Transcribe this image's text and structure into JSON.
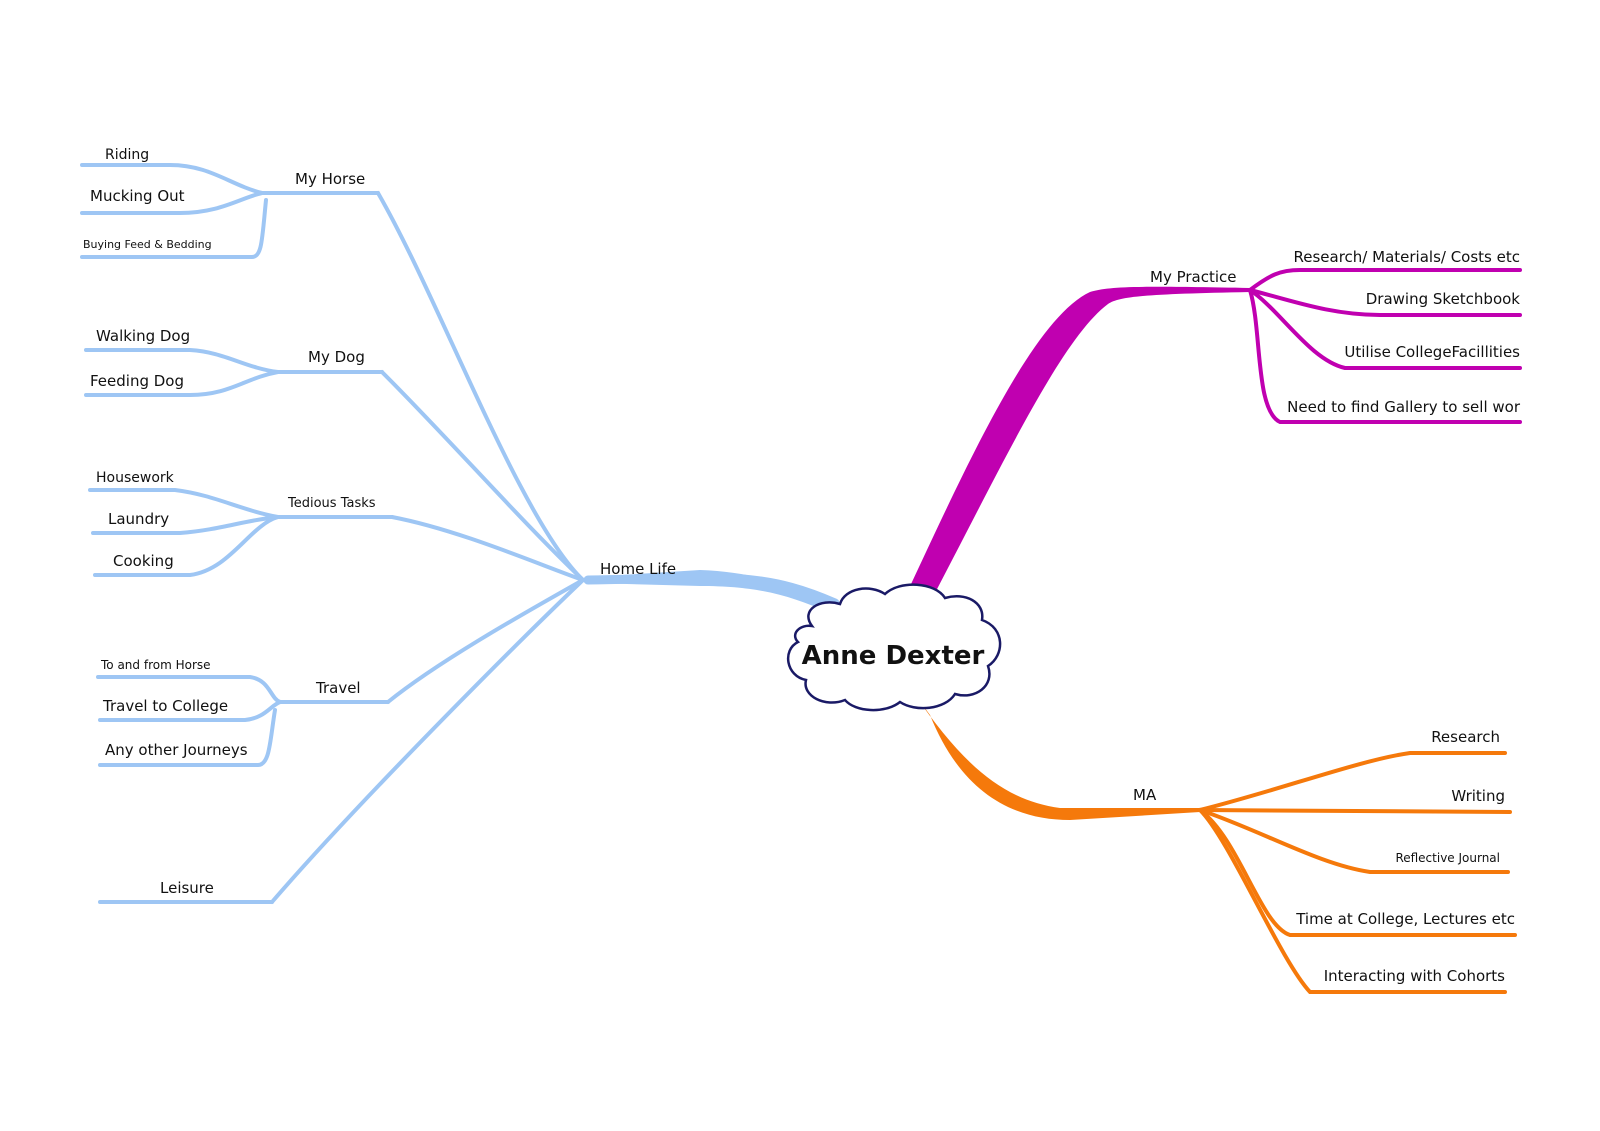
{
  "central": "Anne Dexter",
  "colors": {
    "home": "#9ec6f4",
    "practice": "#c000b0",
    "ma": "#f5790b",
    "cloud_stroke": "#1a1a66"
  },
  "home": {
    "label": "Home Life",
    "my_horse": {
      "label": "My Horse",
      "items": [
        "Riding",
        "Mucking Out",
        "Buying Feed & Bedding"
      ]
    },
    "my_dog": {
      "label": "My Dog",
      "items": [
        "Walking Dog",
        "Feeding Dog"
      ]
    },
    "tedious": {
      "label": "Tedious Tasks",
      "items": [
        "Housework",
        "Laundry",
        "Cooking"
      ]
    },
    "travel": {
      "label": "Travel",
      "items": [
        "To and from Horse",
        "Travel to College",
        "Any other Journeys"
      ]
    },
    "leisure": {
      "label": "Leisure"
    }
  },
  "practice": {
    "label": "My Practice",
    "items": [
      "Research/ Materials/ Costs etc",
      "Drawing Sketchbook",
      "Utilise CollegeFacillities",
      "Need to find Gallery to sell wor"
    ]
  },
  "ma": {
    "label": "MA",
    "items": [
      "Research",
      "Writing",
      "Reflective Journal",
      "Time at College, Lectures etc",
      "Interacting with Cohorts"
    ]
  }
}
